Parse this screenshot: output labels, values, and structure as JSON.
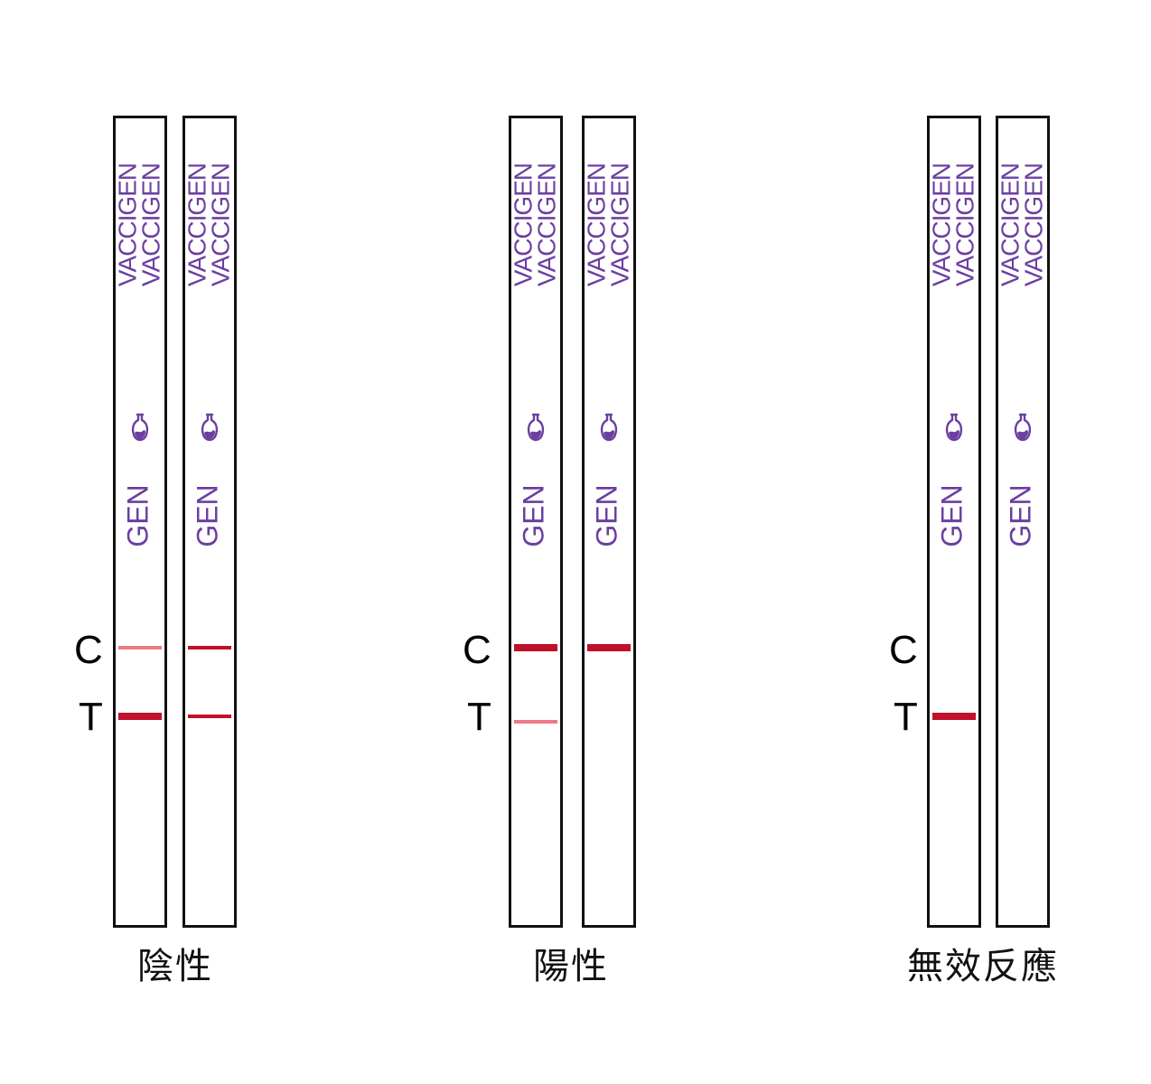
{
  "brand_text": "VACCIGEN",
  "gen_text": "GEN",
  "colors": {
    "outline": "#111111",
    "brand": "#6b3fa0",
    "line_strong": "#c0102a",
    "line_faint": "#ee7a85"
  },
  "markers": {
    "control": "C",
    "test": "T"
  },
  "groups": [
    {
      "caption": "陰性",
      "strips": [
        {
          "bands": [
            {
              "line": "C",
              "intensity": "faint"
            },
            {
              "line": "T",
              "intensity": "strong"
            }
          ]
        },
        {
          "bands": [
            {
              "line": "C",
              "intensity": "medium"
            },
            {
              "line": "T",
              "intensity": "medium"
            }
          ]
        }
      ]
    },
    {
      "caption": "陽性",
      "strips": [
        {
          "bands": [
            {
              "line": "C",
              "intensity": "strong"
            },
            {
              "line": "T",
              "intensity": "faint"
            }
          ]
        },
        {
          "bands": [
            {
              "line": "C",
              "intensity": "strong"
            }
          ]
        }
      ]
    },
    {
      "caption": "無效反應",
      "strips": [
        {
          "bands": [
            {
              "line": "T",
              "intensity": "strong"
            }
          ]
        },
        {
          "bands": []
        }
      ]
    }
  ]
}
